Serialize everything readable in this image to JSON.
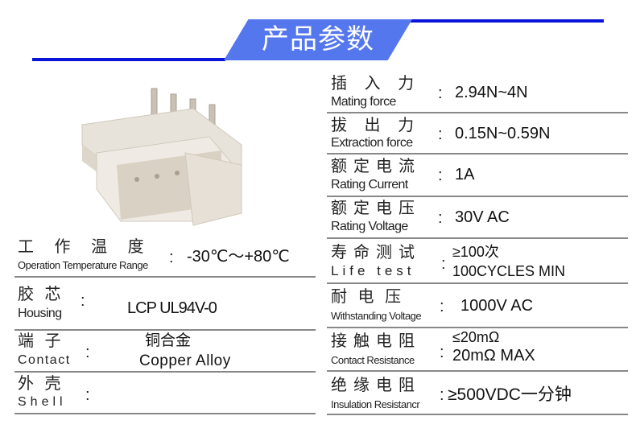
{
  "title": "产品参数",
  "left_rows": [
    {
      "cn": "工 作 温 度",
      "en": "Operation Temperature Range",
      "value": "-30℃～+80℃"
    },
    {
      "cn": "胶  芯",
      "en": "Housing",
      "value": "LCP UL94V-0"
    },
    {
      "cn": "端  子",
      "en": "Contact",
      "value_cn": "铜合金",
      "value": "Copper Alloy"
    },
    {
      "cn": "外  壳",
      "en": "Shell",
      "value": ""
    }
  ],
  "right_rows": [
    {
      "cn": "插 入 力",
      "en": "Mating force",
      "value": "2.94N~4N"
    },
    {
      "cn": "拔 出 力",
      "en": "Extraction force",
      "value": "0.15N~0.59N"
    },
    {
      "cn": "额定电流",
      "en": "Rating Current",
      "value": "1A"
    },
    {
      "cn": "额定电压",
      "en": "Rating Voltage",
      "value": "30V AC"
    },
    {
      "cn": "寿命测试",
      "en": "Life test",
      "value_cn": "≥100次",
      "value": "100CYCLES MIN"
    },
    {
      "cn": "耐  电  压",
      "en": "Withstanding Voltage",
      "value": "1000V AC"
    },
    {
      "cn": "接触电阻",
      "en": "Contact Resistance",
      "value_cn": "≤20mΩ",
      "value": "20mΩ  MAX"
    },
    {
      "cn": "绝缘电阻",
      "en": "Insulation Resistancr",
      "value": "≥500VDC一分钟"
    }
  ],
  "colon": ":"
}
